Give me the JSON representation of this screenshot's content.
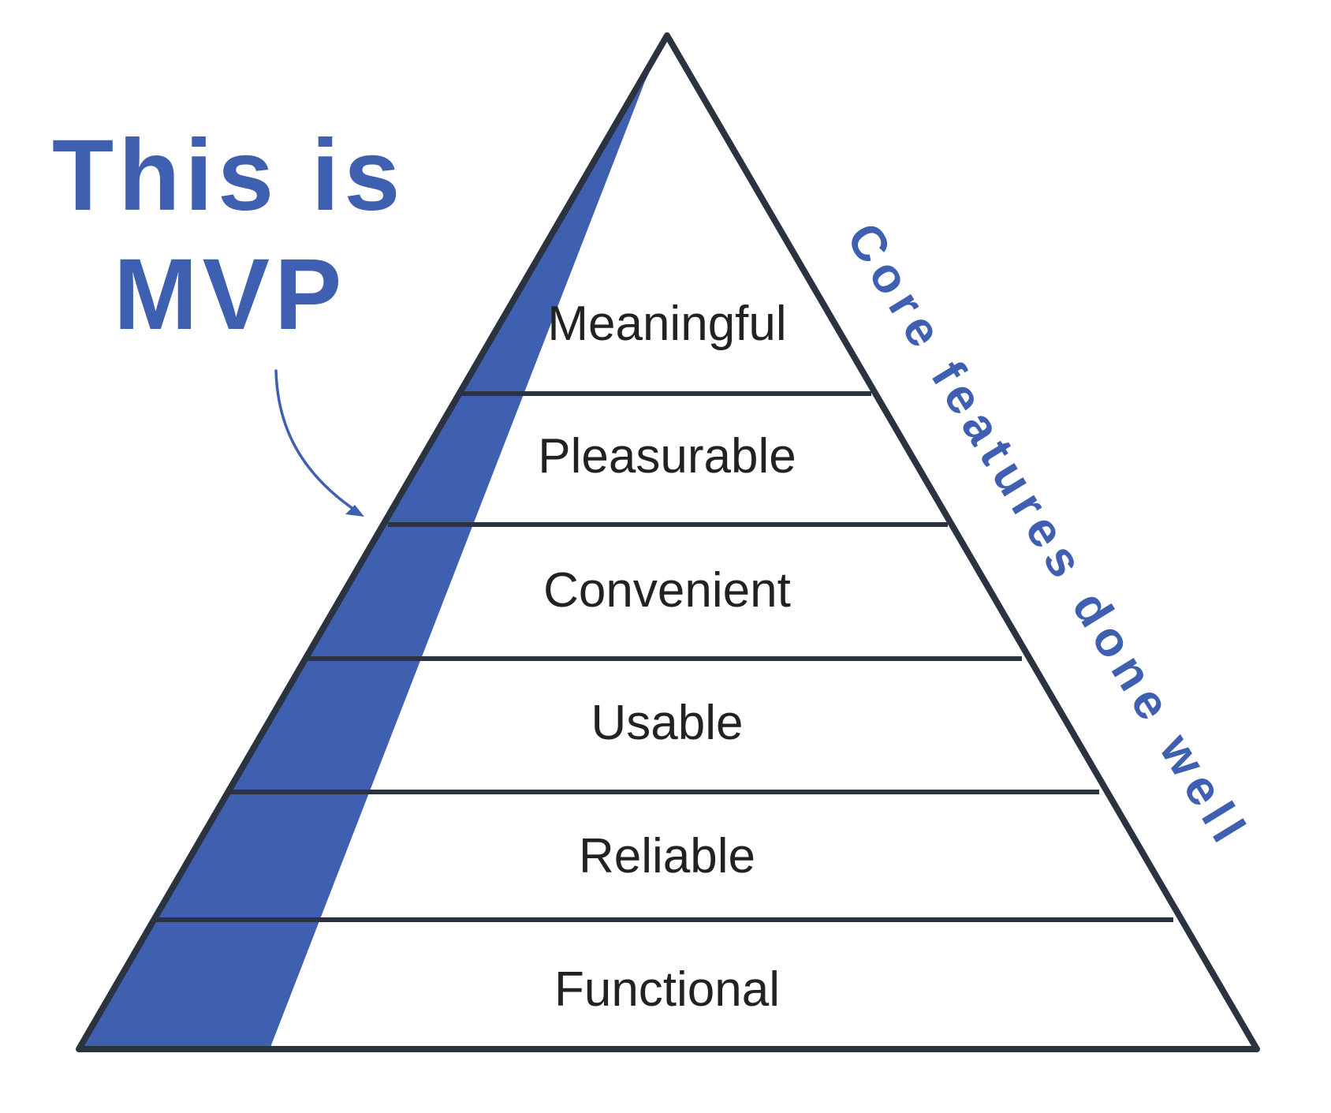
{
  "headline": {
    "line1": "This is",
    "line2": "MVP"
  },
  "side_label": "Core features done well",
  "levels": [
    "Meaningful",
    "Pleasurable",
    "Convenient",
    "Usable",
    "Reliable",
    "Functional"
  ],
  "colors": {
    "accent": "#3f5fb0",
    "outline": "#2b3340",
    "text": "#222222"
  }
}
